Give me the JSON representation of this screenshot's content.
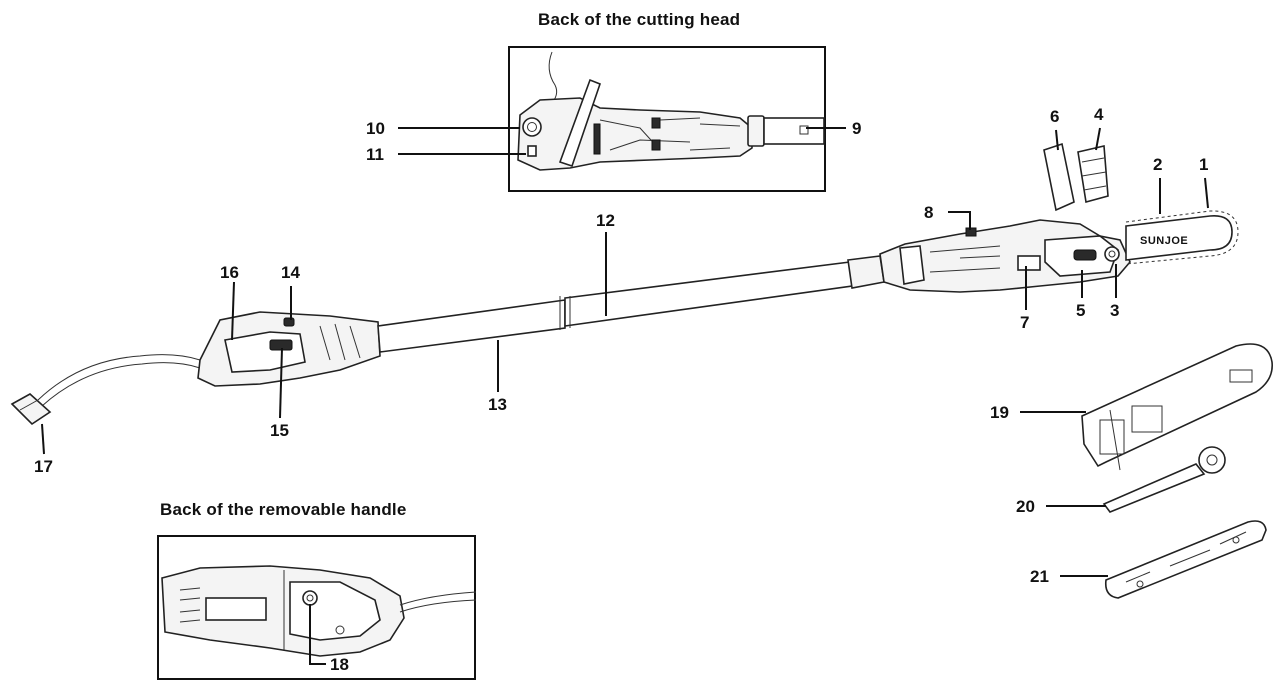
{
  "insets": {
    "cutting_head_back": {
      "title": "Back of the cutting head"
    },
    "removable_handle_back": {
      "title": "Back of the removable handle"
    }
  },
  "brand_label": "SUNJOE",
  "parts": [
    {
      "num": "1"
    },
    {
      "num": "2"
    },
    {
      "num": "3"
    },
    {
      "num": "4"
    },
    {
      "num": "5"
    },
    {
      "num": "6"
    },
    {
      "num": "7"
    },
    {
      "num": "8"
    },
    {
      "num": "9"
    },
    {
      "num": "10"
    },
    {
      "num": "11"
    },
    {
      "num": "12"
    },
    {
      "num": "13"
    },
    {
      "num": "14"
    },
    {
      "num": "15"
    },
    {
      "num": "16"
    },
    {
      "num": "17"
    },
    {
      "num": "18"
    },
    {
      "num": "19"
    },
    {
      "num": "20"
    },
    {
      "num": "21"
    }
  ]
}
